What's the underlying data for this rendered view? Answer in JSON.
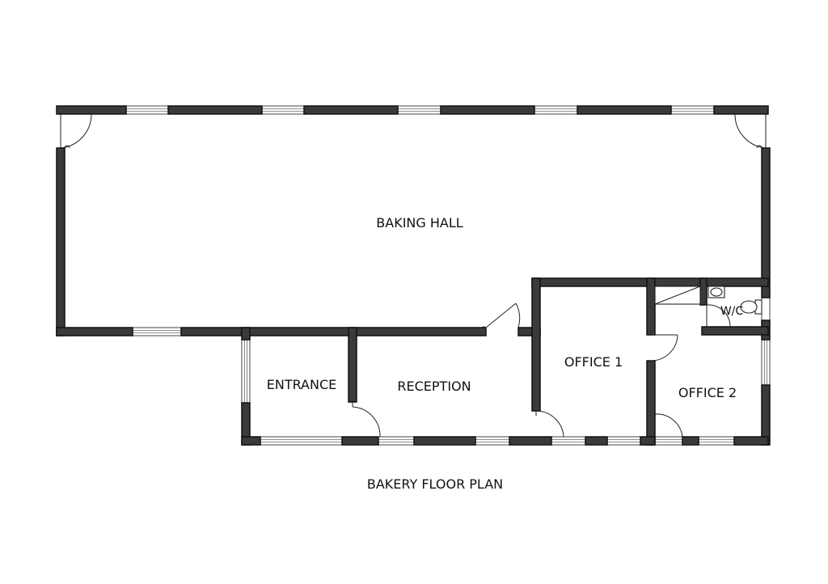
{
  "plan": {
    "title": "BAKERY FLOOR PLAN",
    "rooms": {
      "baking_hall": "BAKING HALL",
      "entrance": "ENTRANCE",
      "reception": "RECEPTION",
      "office1": "OFFICE 1",
      "office2": "OFFICE 2",
      "wc": "W/C"
    }
  }
}
